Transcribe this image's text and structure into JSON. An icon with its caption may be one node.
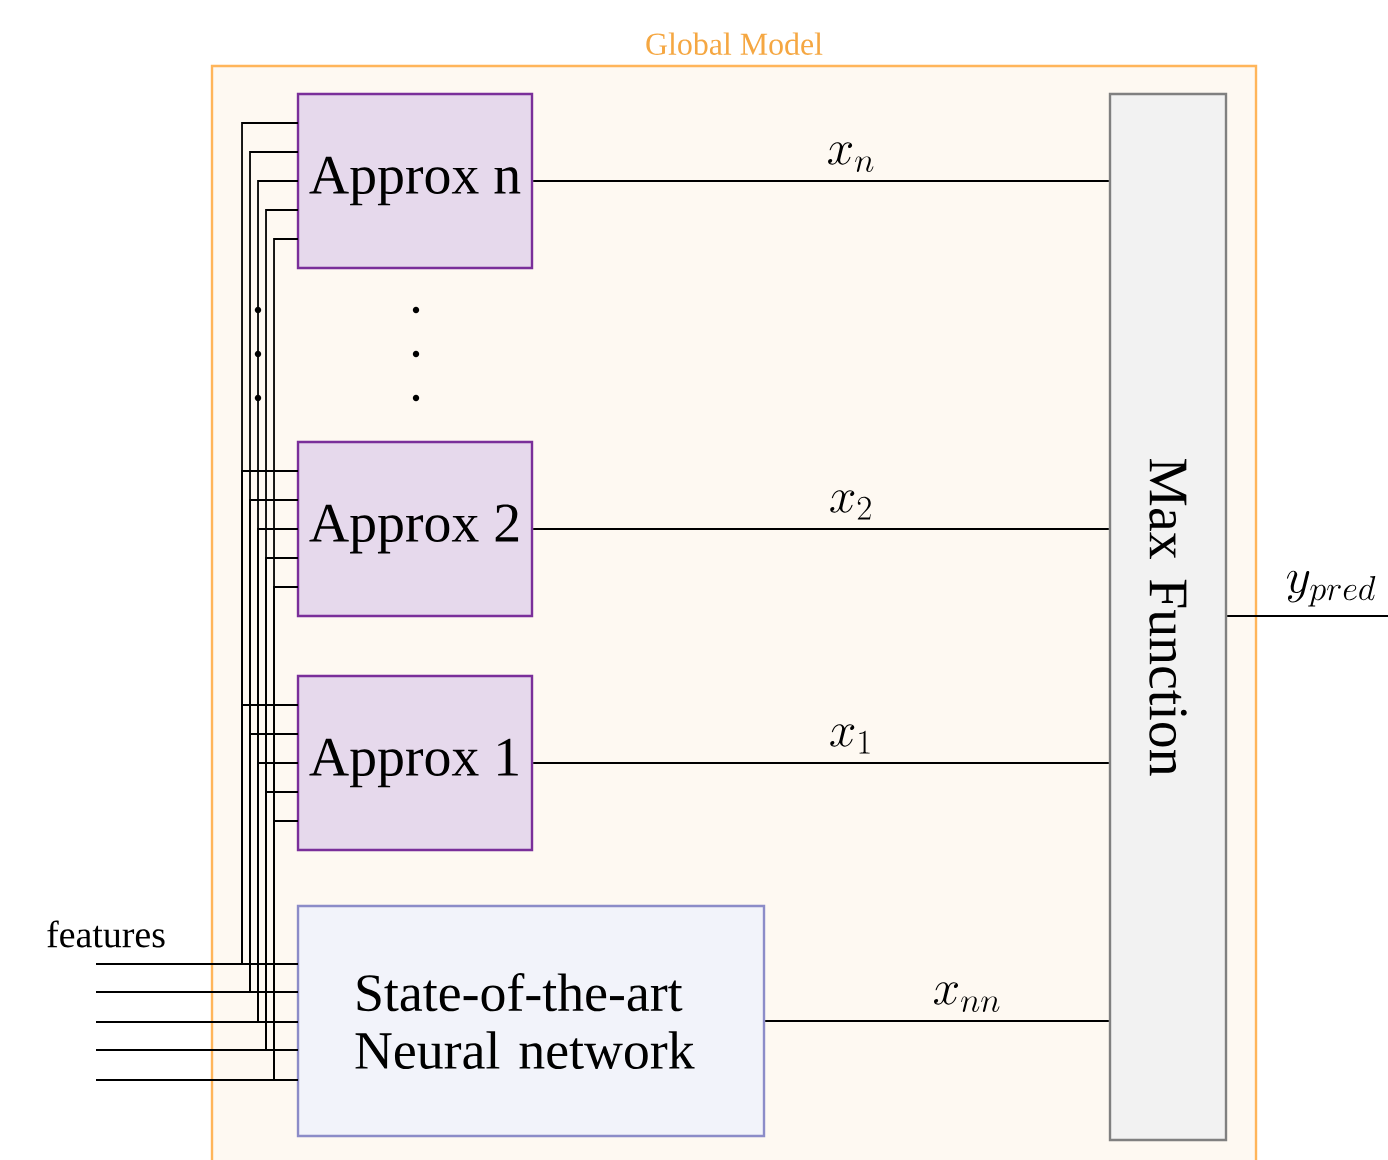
{
  "diagram": {
    "nodes": [
      {
        "text": [
          "Global Model"
        ]
      },
      {
        "text": [
          "Approx n"
        ],
        "in": 0
      },
      {
        "text": [
          "Approx 2"
        ],
        "in": 0
      },
      {
        "text": [
          "Approx 1"
        ],
        "in": 0
      },
      {
        "text": [
          "State-of-the-art Neural network"
        ],
        "in": 0
      },
      {
        "text": [
          "Max Function"
        ],
        "in": 0
      },
      {
        "text": [
          "features"
        ]
      }
    ],
    "edges": [
      {
        "from": 1,
        "to": 5,
        "arrow": "none",
        "label": "x_{n}"
      },
      {
        "from": 2,
        "to": 5,
        "arrow": "none",
        "label": "x_{2}"
      },
      {
        "from": 3,
        "to": 5,
        "arrow": "none",
        "label": "x_{1}"
      },
      {
        "from": 4,
        "to": 5,
        "arrow": "none",
        "label": "x_{nn}"
      },
      {
        "from": 5,
        "to": null,
        "arrow": "none",
        "label": "y_{pred}"
      },
      {
        "from": 6,
        "to": 4,
        "arrow": "none"
      },
      {
        "from": 6,
        "to": 3,
        "arrow": "none"
      },
      {
        "from": 6,
        "to": 2,
        "arrow": "none"
      },
      {
        "from": 6,
        "to": 1,
        "arrow": "none"
      }
    ]
  }
}
